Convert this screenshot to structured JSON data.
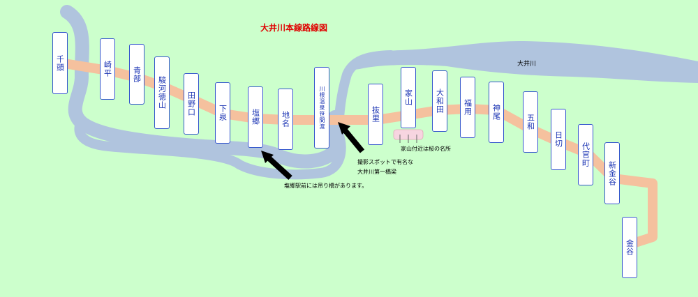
{
  "title": "大井川本線路線図",
  "river_label": "大井川",
  "colors": {
    "background": "#ccffcc",
    "river": "#b0c4de",
    "track": "#f5c19e",
    "station_text": "#1a33b3",
    "title": "#e00000"
  },
  "stations": [
    "千頭",
    "崎平",
    "青部",
    "駿河徳山",
    "田野口",
    "下泉",
    "塩郷",
    "地名",
    "川根温泉笹間渡",
    "抜里",
    "家山",
    "大和田",
    "福用",
    "神尾",
    "五和",
    "日切",
    "代官町",
    "新金谷",
    "金谷"
  ],
  "notes": {
    "suspension_bridge": "塩郷駅前には吊り橋があります。",
    "photo_spot_line1": "撮影スポットで有名な",
    "photo_spot_line2": "大井川第一橋梁",
    "cherry": "家山付近は桜の名所"
  },
  "icons": [
    "arrow-icon",
    "cherry-blossom-icon"
  ]
}
